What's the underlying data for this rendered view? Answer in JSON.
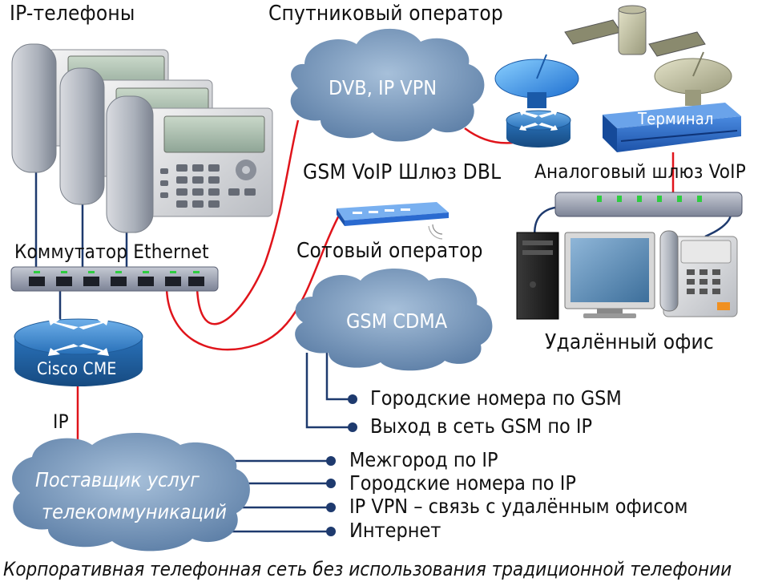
{
  "labels": {
    "ip_phones": "IP-телефоны",
    "satellite_operator": "Спутниковый оператор",
    "switch": "Коммутатор Ethernet",
    "gsm_gateway": "GSM VoIP Шлюз DBL",
    "cellular_operator": "Сотовый оператор",
    "analog_gateway": "Аналоговый шлюз VoIP",
    "terminal": "Терминал",
    "remote_office": "Удалённый офис",
    "router": "Cisco CME",
    "ip_link": "IP"
  },
  "clouds": {
    "satellite": "DVB, IP VPN",
    "gsm": "GSM CDMA",
    "telecom_line1": "Поставщик услуг",
    "telecom_line2": "телекоммуникаций"
  },
  "gsm_services": [
    "Городские номера по GSM",
    "Выход в сеть GSM по IP"
  ],
  "provider_services": [
    "Межгород по IP",
    "Городские номера по IP",
    "IP VPN – связь с удалённым офисом",
    "Интернет"
  ],
  "caption": "Корпоративная телефонная сеть без использования традиционной телефонии",
  "colors": {
    "cloud": "#6f8fb2",
    "router": "#2e7ec4",
    "wire_red": "#e0141b",
    "wire_blue": "#1e3a6e",
    "switch": "#8c93a6",
    "modem": "#3a6fc4"
  },
  "icons": [
    "ip-phone-icon",
    "router-icon",
    "satellite-icon",
    "satellite-dish-icon",
    "terminal-icon",
    "gateway-icon",
    "computer-icon",
    "monitor-icon",
    "desk-phone-icon"
  ]
}
